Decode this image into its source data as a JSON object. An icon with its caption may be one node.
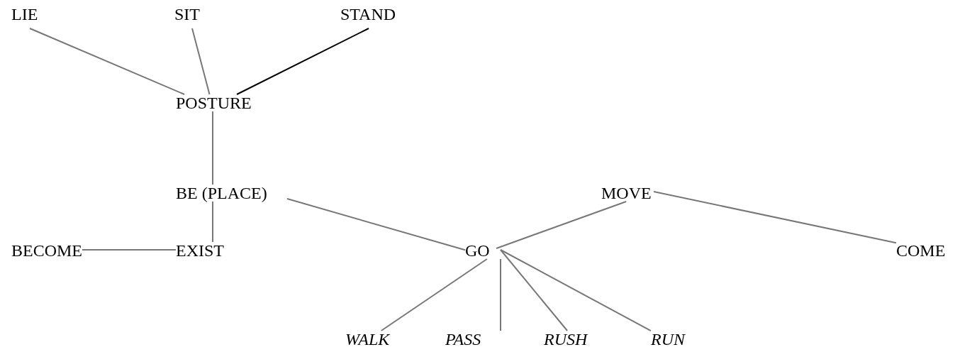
{
  "diagram": {
    "nodes": [
      {
        "text": [
          "LIE"
        ]
      },
      {
        "text": [
          "SIT"
        ]
      },
      {
        "text": [
          "STAND"
        ]
      },
      {
        "text": [
          "POSTURE"
        ]
      },
      {
        "text": [
          "BE (PLACE)"
        ]
      },
      {
        "text": [
          "MOVE"
        ]
      },
      {
        "text": [
          "BECOME"
        ]
      },
      {
        "text": [
          "EXIST"
        ]
      },
      {
        "text": [
          "GO"
        ]
      },
      {
        "text": [
          "COME"
        ]
      },
      {
        "text": [
          "WALK"
        ]
      },
      {
        "text": [
          "PASS"
        ]
      },
      {
        "text": [
          "RUSH"
        ]
      },
      {
        "text": [
          "RUN"
        ]
      }
    ],
    "edges": [
      {
        "from": 0,
        "to": 3,
        "arrow": "none"
      },
      {
        "from": 1,
        "to": 3,
        "arrow": "none"
      },
      {
        "from": 2,
        "to": 3,
        "arrow": "none",
        "color": "#000000"
      },
      {
        "from": 3,
        "to": 4,
        "arrow": "none"
      },
      {
        "from": 4,
        "to": 7,
        "arrow": "none"
      },
      {
        "from": 4,
        "to": 8,
        "arrow": "none"
      },
      {
        "from": 6,
        "to": 7,
        "arrow": "none"
      },
      {
        "from": 5,
        "to": 8,
        "arrow": "none"
      },
      {
        "from": 5,
        "to": 9,
        "arrow": "none"
      },
      {
        "from": 8,
        "to": 10,
        "arrow": "none"
      },
      {
        "from": 8,
        "to": 11,
        "arrow": "none"
      },
      {
        "from": 8,
        "to": 12,
        "arrow": "none"
      },
      {
        "from": 8,
        "to": 13,
        "arrow": "none"
      }
    ]
  }
}
